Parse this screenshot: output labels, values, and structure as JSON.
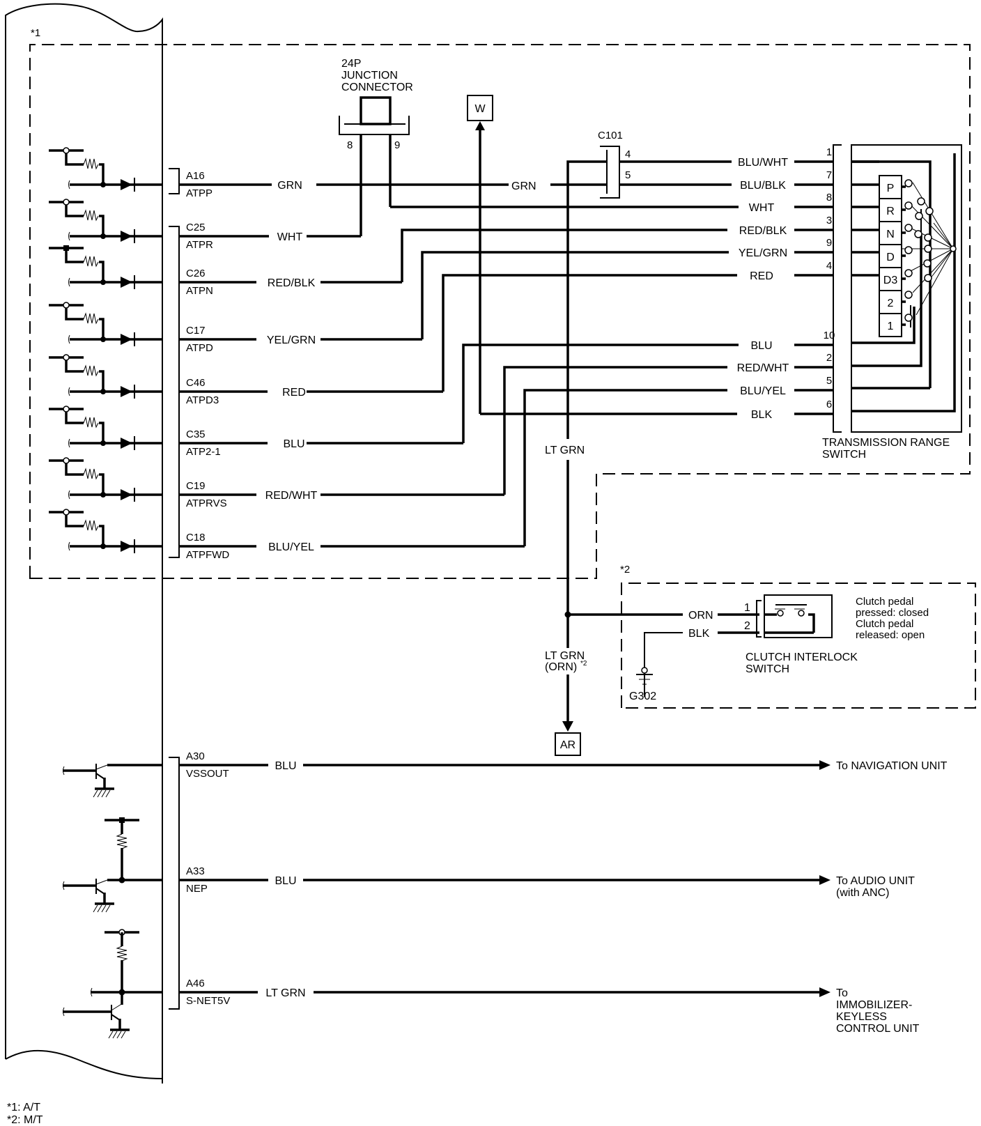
{
  "notes": {
    "group1_marker": "*1",
    "group2_marker": "*2",
    "legend": [
      "*1:  A/T",
      "*2:  M/T"
    ]
  },
  "junction_connector": {
    "label_lines": [
      "24P",
      "JUNCTION",
      "CONNECTOR"
    ],
    "pins": [
      "8",
      "9"
    ]
  },
  "connectors": {
    "w_box": "W",
    "ar_box": "AR",
    "c101": {
      "label": "C101",
      "pins": [
        "4",
        "5"
      ]
    },
    "g302": "G302"
  },
  "ecm_terminals": [
    {
      "pin": "A16",
      "signal": "ATPP",
      "wire": "GRN"
    },
    {
      "pin": "C25",
      "signal": "ATPR",
      "wire": "WHT"
    },
    {
      "pin": "C26",
      "signal": "ATPN",
      "wire": "RED/BLK"
    },
    {
      "pin": "C17",
      "signal": "ATPD",
      "wire": "YEL/GRN"
    },
    {
      "pin": "C46",
      "signal": "ATPD3",
      "wire": "RED"
    },
    {
      "pin": "C35",
      "signal": "ATP2-1",
      "wire": "BLU"
    },
    {
      "pin": "C19",
      "signal": "ATPRVS",
      "wire": "RED/WHT"
    },
    {
      "pin": "C18",
      "signal": "ATPFWD",
      "wire": "BLU/YEL"
    }
  ],
  "grn_mid_label": "GRN",
  "range_switch": {
    "title_lines": [
      "TRANSMISSION RANGE",
      "SWITCH"
    ],
    "wires": [
      {
        "color": "BLU/WHT",
        "pin": "1"
      },
      {
        "color": "BLU/BLK",
        "pin": "7"
      },
      {
        "color": "WHT",
        "pin": "8"
      },
      {
        "color": "RED/BLK",
        "pin": "3"
      },
      {
        "color": "YEL/GRN",
        "pin": "9"
      },
      {
        "color": "RED",
        "pin": "4"
      },
      {
        "color": "BLU",
        "pin": "10"
      },
      {
        "color": "RED/WHT",
        "pin": "2"
      },
      {
        "color": "BLU/YEL",
        "pin": "5"
      },
      {
        "color": "BLK",
        "pin": "6"
      }
    ],
    "positions": [
      "P",
      "R",
      "N",
      "D",
      "D3",
      "2",
      "1"
    ]
  },
  "lt_grn_label": "LT GRN",
  "lt_grn_orn_label": [
    "LT GRN",
    "(ORN)",
    "*2"
  ],
  "clutch_switch": {
    "wires": [
      {
        "color": "ORN",
        "pin": "1"
      },
      {
        "color": "BLK",
        "pin": "2"
      }
    ],
    "title_lines": [
      "CLUTCH INTERLOCK",
      "SWITCH"
    ],
    "note_lines": [
      "Clutch pedal",
      "pressed: closed",
      "Clutch pedal",
      "released: open"
    ]
  },
  "outputs": [
    {
      "pin": "A30",
      "signal": "VSSOUT",
      "wire": "BLU",
      "dest_lines": [
        "To NAVIGATION UNIT"
      ]
    },
    {
      "pin": "A33",
      "signal": "NEP",
      "wire": "BLU",
      "dest_lines": [
        "To AUDIO UNIT",
        "(with ANC)"
      ]
    },
    {
      "pin": "A46",
      "signal": "S-NET5V",
      "wire": "LT GRN",
      "dest_lines": [
        "To",
        "IMMOBILIZER-",
        "KEYLESS",
        "CONTROL UNIT"
      ]
    }
  ]
}
